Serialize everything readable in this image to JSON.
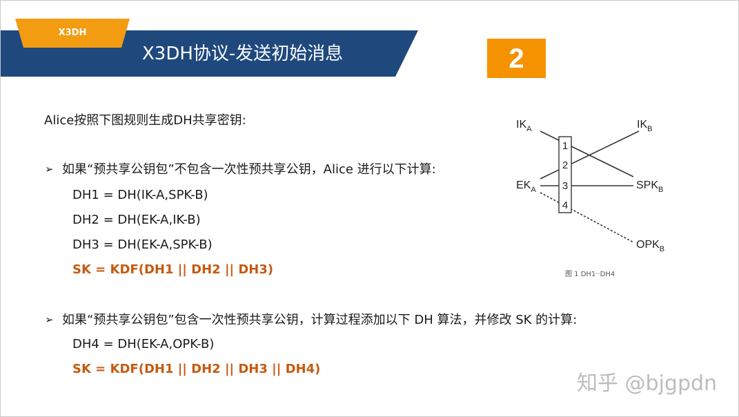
{
  "header": {
    "tag_label": "X3DH",
    "title": "X3DH协议-发送初始消息",
    "slide_number": "2"
  },
  "body": {
    "intro": "Alice按照下图规则生成DH共享密钥:",
    "bullet_marker": "➢",
    "section1": {
      "heading": "如果“预共享公钥包”不包含一次性预共享公钥，Alice 进行以下计算:",
      "lines": [
        "DH1 = DH(IK-A,SPK-B)",
        "DH2 = DH(EK-A,IK-B)",
        "DH3 = DH(EK-A,SPK-B)"
      ],
      "result": "SK = KDF(DH1 || DH2 || DH3)"
    },
    "section2": {
      "heading": "如果“预共享公钥包”包含一次性预共享公钥，计算过程添加以下 DH 算法，并修改 SK 的计算:",
      "lines": [
        "DH4 = DH(EK-A,OPK-B)"
      ],
      "result": "SK = KDF(DH1 || DH2 || DH3 || DH4)"
    }
  },
  "diagram": {
    "left_keys": [
      {
        "base": "IK",
        "sub": "A"
      },
      {
        "base": "EK",
        "sub": "A"
      }
    ],
    "right_keys": [
      {
        "base": "IK",
        "sub": "B"
      },
      {
        "base": "SPK",
        "sub": "B"
      },
      {
        "base": "OPK",
        "sub": "B"
      }
    ],
    "numbers": [
      "1",
      "2",
      "3",
      "4"
    ],
    "caption": "图 1 DH1··DH4"
  },
  "watermark": "知乎 @bjgpdn"
}
